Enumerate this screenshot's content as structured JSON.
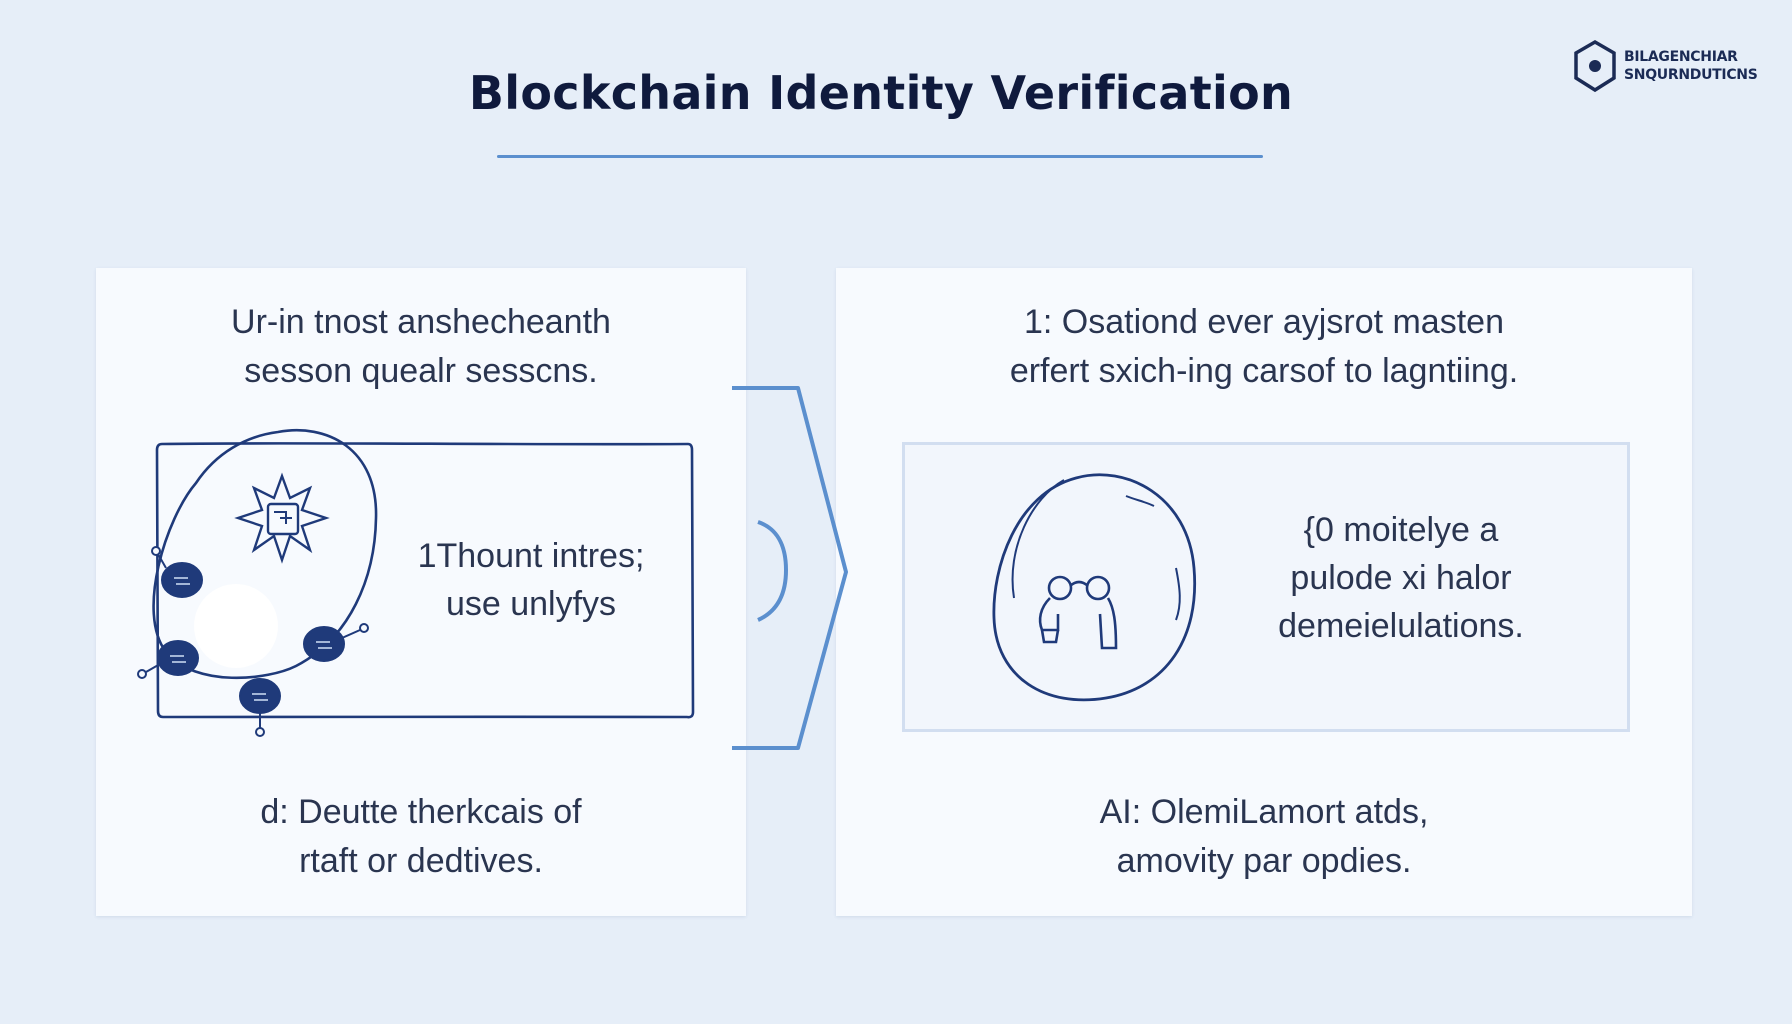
{
  "title": "Blockchain Identity Verification",
  "logo": {
    "line1": "BILAGENCHIAR",
    "line2": "SNQURNDUTICNS"
  },
  "left_panel": {
    "top_text": [
      "Ur-in tnost anshecheanth",
      "sesson quealr sesscns."
    ],
    "inner_text": [
      "1Thount intres;",
      "use unlyfys"
    ],
    "bottom_text": [
      "d: Deutte therkcais of",
      "rtaft or dedtives."
    ]
  },
  "right_panel": {
    "top_text": [
      "1: Osationd ever ayjsrot masten",
      "erfert sxich-ing carsof to lagntiing."
    ],
    "inner_text": [
      "{0 moitelye a",
      "pulode xi halor",
      "demeielulations."
    ],
    "bottom_text": [
      "AI: OlemiLamort atds,",
      "amovity par opdies."
    ]
  },
  "colors": {
    "background": "#e6eef8",
    "accent": "#5b8fce",
    "ink": "#1f3a7a"
  },
  "icons": [
    "hexagon-logo-icon",
    "network-node-icon",
    "gear-starburst-icon",
    "bracket-arrow-icon",
    "blob-icon",
    "figures-icon"
  ]
}
